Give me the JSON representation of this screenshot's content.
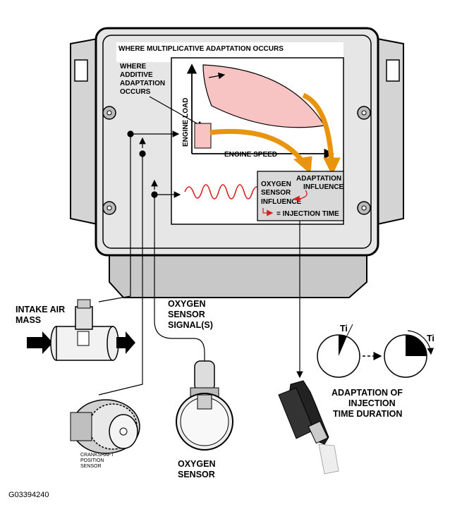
{
  "labels": {
    "multiplicative": "WHERE MULTIPLICATIVE ADAPTATION OCCURS",
    "additive": [
      "WHERE",
      "ADDITIVE",
      "ADAPTATION",
      "OCCURS"
    ],
    "engine_load": "ENGINE LOAD",
    "engine_speed": "ENGINE SPEED",
    "adaptation_influence": [
      "ADAPTATION",
      "INFLUENCE"
    ],
    "oxygen_influence": [
      "OXYGEN",
      "SENSOR",
      "INFLUENCE"
    ],
    "injection_time": "= INJECTION TIME",
    "intake_air_mass": [
      "INTAKE AIR",
      "MASS"
    ],
    "oxygen_signal": [
      "OXYGEN",
      "SENSOR",
      "SIGNAL(S)"
    ],
    "oxygen_sensor": [
      "OXYGEN",
      "SENSOR"
    ],
    "crankshaft_sensor": [
      "CRANKSHAFT",
      "POSITION",
      "SENSOR"
    ],
    "adaptation_duration": [
      "ADAPTATION OF",
      "INJECTION",
      "TIME DURATION"
    ],
    "ti_left": "Ti",
    "ti_right": "Ti",
    "figure_id": "G03394240"
  },
  "colors": {
    "housing": "#e6e6e6",
    "bracket": "#d4d4d4",
    "panel": "#ffffff",
    "inner_box": "#d9d9d9",
    "pink_region": "#f7c3c3",
    "arrow_orange": "#e8940f",
    "wave_red": "#d92020",
    "shadow": "#bdbdbd"
  },
  "icons": {
    "screw": "screw-icon",
    "flow_arrow": "flow-arrow-icon",
    "clock": "clock-dial-icon"
  }
}
